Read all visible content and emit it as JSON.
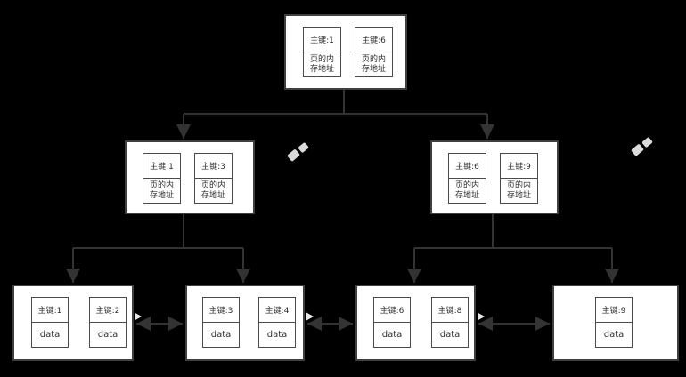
{
  "colors": {
    "background": "#000000",
    "node_fill": "#ffffff",
    "node_border": "#3f3f3f",
    "cell_border": "#4a4a4a",
    "connector": "#333333",
    "text": "#2e2e2e",
    "ghost_arrowhead": "#e8e8e8",
    "watermark": "#ededed"
  },
  "icons": {
    "watermark": "two small light diagonal blobs"
  },
  "tree": {
    "root": {
      "cells": [
        {
          "key": "主键:1",
          "value": "页的内存地址"
        },
        {
          "key": "主键:6",
          "value": "页的内存地址"
        }
      ]
    },
    "internal_left": {
      "cells": [
        {
          "key": "主键:1",
          "value": "页的内存地址"
        },
        {
          "key": "主键:3",
          "value": "页的内存地址"
        }
      ]
    },
    "internal_right": {
      "cells": [
        {
          "key": "主键:6",
          "value": "页的内存地址"
        },
        {
          "key": "主键:9",
          "value": "页的内存地址"
        }
      ]
    },
    "leaf_1": {
      "cells": [
        {
          "key": "主键:1",
          "value": "data"
        },
        {
          "key": "主键:2",
          "value": "data"
        }
      ]
    },
    "leaf_2": {
      "cells": [
        {
          "key": "主键:3",
          "value": "data"
        },
        {
          "key": "主键:4",
          "value": "data"
        }
      ]
    },
    "leaf_3": {
      "cells": [
        {
          "key": "主键:6",
          "value": "data"
        },
        {
          "key": "主键:8",
          "value": "data"
        }
      ]
    },
    "leaf_4": {
      "cells": [
        {
          "key": "主键:9",
          "value": "data"
        }
      ]
    }
  }
}
